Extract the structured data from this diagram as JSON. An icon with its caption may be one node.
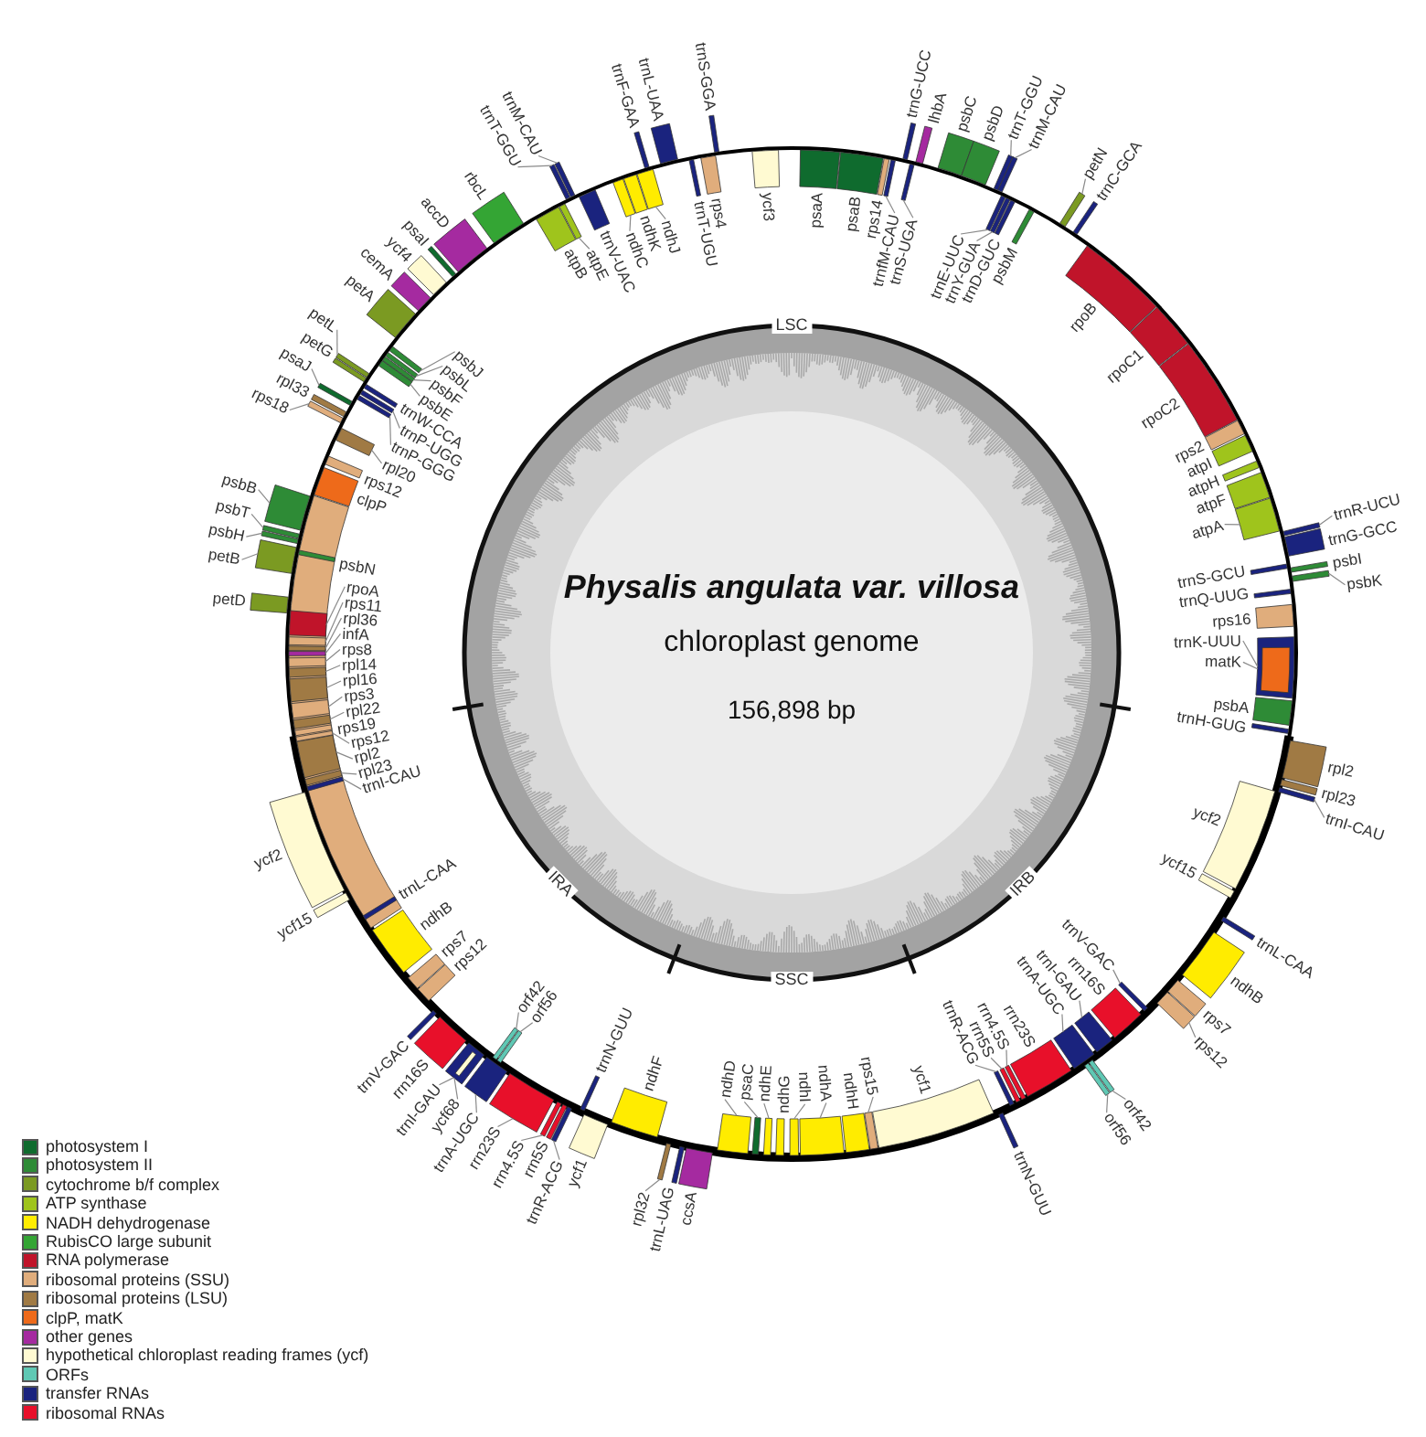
{
  "diagram": {
    "title": "Physalis angulata var. villosa",
    "nodes": [
      {
        "text": [],
        "shape": "bar",
        "beside": [
          "psaA"
        ]
      },
      {
        "text": [],
        "shape": "bar",
        "beside": [
          "psaB"
        ]
      },
      {
        "text": [],
        "shape": "bar",
        "beside": [
          "rps14"
        ]
      },
      {
        "text": [
          "trnfM-CAU"
        ]
      },
      {
        "text": [],
        "shape": "bar"
      },
      {
        "text": [],
        "shape": "bar",
        "beside": [
          "trnG-UCC"
        ]
      },
      {
        "text": [
          "trnS-UGA"
        ]
      },
      {
        "text": [],
        "shape": "bar"
      },
      {
        "text": [],
        "shape": "bar",
        "beside": [
          "lhbA"
        ]
      },
      {
        "text": [],
        "shape": "bar",
        "beside": [
          "psbC"
        ]
      },
      {
        "text": [],
        "shape": "bar",
        "beside": [
          "psbD"
        ]
      },
      {
        "text": [
          "trnT-GGU"
        ]
      },
      {
        "text": [],
        "shape": "bar"
      },
      {
        "text": [
          "trnM-CAU"
        ]
      },
      {
        "text": [],
        "shape": "bar"
      },
      {
        "text": [
          "trnE-UUC"
        ]
      },
      {
        "text": [],
        "shape": "bar"
      },
      {
        "text": [
          "trnY-GUA"
        ]
      },
      {
        "text": [],
        "shape": "bar"
      },
      {
        "text": [],
        "shape": "bar",
        "beside": [
          "trnD-GUC"
        ]
      },
      {
        "text": [],
        "shape": "bar",
        "beside": [
          "psbM"
        ]
      },
      {
        "text": [
          "petN"
        ]
      },
      {
        "text": [],
        "shape": "bar"
      },
      {
        "text": [],
        "shape": "bar",
        "beside": [
          "trnC-GCA"
        ]
      },
      {
        "text": [],
        "shape": "bar",
        "beside": [
          "rpoB"
        ]
      },
      {
        "text": [],
        "shape": "bar",
        "beside": [
          "rpoC1"
        ]
      },
      {
        "text": [],
        "shape": "bar",
        "beside": [
          "rpoC2"
        ]
      },
      {
        "text": [],
        "shape": "bar",
        "beside": [
          "rps2"
        ]
      },
      {
        "text": [],
        "shape": "bar",
        "beside": [
          "atpI"
        ]
      },
      {
        "text": [],
        "shape": "bar",
        "beside": [
          "atpH"
        ]
      },
      {
        "text": [],
        "shape": "bar",
        "beside": [
          "atpF"
        ]
      },
      {
        "text": [
          "atpA"
        ]
      },
      {
        "text": [],
        "shape": "bar"
      },
      {
        "text": [
          "trnR-UCU"
        ]
      },
      {
        "text": [],
        "shape": "bar"
      },
      {
        "text": [],
        "shape": "bar",
        "beside": [
          "trnG-GCC"
        ]
      },
      {
        "text": [],
        "shape": "bar",
        "beside": [
          "trnS-GCU"
        ]
      },
      {
        "text": [],
        "shape": "bar",
        "beside": [
          "psbI"
        ]
      },
      {
        "text": [
          "psbK"
        ]
      },
      {
        "text": [],
        "shape": "bar"
      },
      {
        "text": [],
        "shape": "bar",
        "beside": [
          "trnQ-UUG"
        ]
      },
      {
        "text": [],
        "shape": "bar",
        "beside": [
          "rps16"
        ]
      },
      {
        "text": [
          "trnK-UUU"
        ]
      },
      {
        "text": [],
        "shape": "bar"
      },
      {
        "text": [
          "matK"
        ]
      },
      {
        "text": [],
        "shape": "bar",
        "in": 43
      },
      {
        "text": [],
        "shape": "bar",
        "beside": [
          "psbA"
        ]
      },
      {
        "text": [],
        "shape": "bar",
        "beside": [
          "trnH-GUG"
        ]
      },
      {
        "text": [],
        "shape": "bar",
        "beside": [
          "rpl2"
        ]
      },
      {
        "text": [],
        "shape": "bar",
        "beside": [
          "rpl23"
        ]
      },
      {
        "text": [
          "trnI-CAU"
        ]
      },
      {
        "text": [],
        "shape": "bar"
      },
      {
        "text": [],
        "shape": "bar",
        "beside": [
          "ycf2"
        ]
      },
      {
        "text": [],
        "shape": "bar",
        "beside": [
          "ycf15"
        ]
      },
      {
        "text": [],
        "shape": "bar",
        "beside": [
          "trnL-CAA"
        ]
      },
      {
        "text": [],
        "shape": "bar",
        "beside": [
          "ndhB"
        ]
      },
      {
        "text": [],
        "shape": "bar",
        "beside": [
          "rps7"
        ]
      },
      {
        "text": [
          "rps12"
        ]
      },
      {
        "text": [],
        "shape": "bar"
      },
      {
        "text": [
          "trnV-GAC"
        ]
      },
      {
        "text": [],
        "shape": "bar"
      },
      {
        "text": [],
        "shape": "bar",
        "beside": [
          "rrn16S"
        ]
      },
      {
        "text": [
          "trnI-GAU"
        ]
      },
      {
        "text": [],
        "shape": "bar"
      },
      {
        "text": [
          "orf42"
        ]
      },
      {
        "text": [],
        "shape": "bar"
      },
      {
        "text": [
          "trnA-UGC"
        ]
      },
      {
        "text": [],
        "shape": "bar"
      },
      {
        "text": [
          "orf56"
        ]
      },
      {
        "text": [],
        "shape": "bar"
      },
      {
        "text": [],
        "shape": "bar",
        "beside": [
          "rrn23S"
        ]
      },
      {
        "text": [
          "rrn4.5S"
        ]
      },
      {
        "text": [],
        "shape": "bar"
      },
      {
        "text": [
          "rrn5S"
        ]
      },
      {
        "text": [],
        "shape": "bar"
      },
      {
        "text": [
          "trnR-ACG"
        ]
      },
      {
        "text": [],
        "shape": "bar"
      },
      {
        "text": [],
        "shape": "bar",
        "beside": [
          "trnN-GUU"
        ]
      },
      {
        "text": [],
        "shape": "bar",
        "beside": [
          "ycf1"
        ]
      },
      {
        "text": [
          "rps15"
        ]
      },
      {
        "text": [],
        "shape": "bar"
      },
      {
        "text": [],
        "shape": "bar",
        "beside": [
          "ndhH"
        ]
      },
      {
        "text": [
          "ndhA"
        ]
      },
      {
        "text": [],
        "shape": "bar"
      },
      {
        "text": [
          "ndhI"
        ]
      },
      {
        "text": [],
        "shape": "bar"
      },
      {
        "text": [],
        "shape": "bar",
        "beside": [
          "ndhG"
        ]
      },
      {
        "text": [
          "ndhE"
        ]
      },
      {
        "text": [],
        "shape": "bar"
      },
      {
        "text": [
          "psaC"
        ]
      },
      {
        "text": [],
        "shape": "bar"
      },
      {
        "text": [
          "ndhD"
        ]
      },
      {
        "text": [],
        "shape": "bar"
      },
      {
        "text": [],
        "shape": "bar",
        "beside": [
          "ccsA"
        ]
      },
      {
        "text": [],
        "shape": "bar",
        "beside": [
          "trnL-UAG"
        ]
      },
      {
        "text": [
          "rpl32"
        ]
      },
      {
        "text": [],
        "shape": "bar"
      },
      {
        "text": [],
        "shape": "bar",
        "beside": [
          "ndhF"
        ]
      },
      {
        "text": [],
        "shape": "bar",
        "beside": [
          "ycf1"
        ]
      },
      {
        "text": [],
        "shape": "bar",
        "beside": [
          "trnN-GUU"
        ]
      },
      {
        "text": [
          "trnR-ACG"
        ]
      },
      {
        "text": [],
        "shape": "bar"
      },
      {
        "text": [],
        "shape": "bar",
        "beside": [
          "rrn5S"
        ]
      },
      {
        "text": [
          "rrn4.5S"
        ]
      },
      {
        "text": [],
        "shape": "bar"
      },
      {
        "text": [
          "rrn23S"
        ]
      },
      {
        "text": [],
        "shape": "bar"
      },
      {
        "text": [
          "trnA-UGC"
        ]
      },
      {
        "text": [],
        "shape": "bar"
      },
      {
        "text": [
          "orf56"
        ]
      },
      {
        "text": [],
        "shape": "bar"
      },
      {
        "text": [
          "orf42"
        ]
      },
      {
        "text": [],
        "shape": "bar"
      },
      {
        "text": [
          "trnI-GAU"
        ]
      },
      {
        "text": [],
        "shape": "bar"
      },
      {
        "text": [
          "ycf68"
        ]
      },
      {
        "text": [],
        "shape": "bar",
        "in": 114
      },
      {
        "text": [],
        "shape": "bar",
        "beside": [
          "rrn16S"
        ]
      },
      {
        "text": [],
        "shape": "bar",
        "beside": [
          "trnV-GAC"
        ]
      },
      {
        "text": [],
        "shape": "bar",
        "beside": [
          "rps12"
        ]
      },
      {
        "text": [],
        "shape": "bar",
        "beside": [
          "rps7"
        ]
      },
      {
        "text": [],
        "shape": "bar",
        "beside": [
          "ndhB"
        ]
      },
      {
        "text": [],
        "shape": "bar",
        "beside": [
          "trnL-CAA"
        ]
      },
      {
        "text": [],
        "shape": "bar",
        "beside": [
          "ycf15"
        ]
      },
      {
        "text": [],
        "shape": "bar",
        "beside": [
          "ycf2"
        ]
      },
      {
        "text": [
          "trnI-CAU"
        ]
      },
      {
        "text": [],
        "shape": "bar"
      },
      {
        "text": [
          "rpl23"
        ]
      },
      {
        "text": [],
        "shape": "bar"
      },
      {
        "text": [
          "rpl2"
        ]
      },
      {
        "text": [],
        "shape": "bar"
      },
      {
        "text": [
          "rps12"
        ]
      },
      {
        "text": [],
        "shape": "bar"
      },
      {
        "text": [],
        "shape": "bar",
        "beside": [
          "rps19"
        ]
      },
      {
        "text": [
          "rpl22"
        ]
      },
      {
        "text": [],
        "shape": "bar"
      },
      {
        "text": [
          "rps3"
        ]
      },
      {
        "text": [],
        "shape": "bar"
      },
      {
        "text": [
          "rpl16"
        ]
      },
      {
        "text": [],
        "shape": "bar"
      },
      {
        "text": [
          "rpl14"
        ]
      },
      {
        "text": [],
        "shape": "bar"
      },
      {
        "text": [
          "rps8"
        ]
      },
      {
        "text": [],
        "shape": "bar"
      },
      {
        "text": [
          "infA"
        ]
      },
      {
        "text": [],
        "shape": "bar"
      },
      {
        "text": [
          "rpl36"
        ]
      },
      {
        "text": [],
        "shape": "bar"
      },
      {
        "text": [
          "rps11"
        ]
      },
      {
        "text": [],
        "shape": "bar"
      },
      {
        "text": [
          "rpoA"
        ]
      },
      {
        "text": [],
        "shape": "bar"
      },
      {
        "text": [],
        "shape": "bar",
        "beside": [
          "petD"
        ]
      },
      {
        "text": [
          "petB"
        ]
      },
      {
        "text": [],
        "shape": "bar"
      },
      {
        "text": [],
        "shape": "bar",
        "beside": [
          "psbN"
        ]
      },
      {
        "text": [
          "psbH"
        ]
      },
      {
        "text": [],
        "shape": "bar"
      },
      {
        "text": [
          "psbT"
        ]
      },
      {
        "text": [],
        "shape": "bar"
      },
      {
        "text": [
          "psbB"
        ]
      },
      {
        "text": [],
        "shape": "bar"
      },
      {
        "text": [],
        "shape": "bar",
        "beside": [
          "clpP"
        ]
      },
      {
        "text": [],
        "shape": "bar",
        "beside": [
          "rps12"
        ]
      },
      {
        "text": [
          "rpl20"
        ]
      },
      {
        "text": [],
        "shape": "bar"
      },
      {
        "text": [
          "rps18"
        ]
      },
      {
        "text": [],
        "shape": "bar"
      },
      {
        "text": [],
        "shape": "bar",
        "beside": [
          "rpl33"
        ]
      },
      {
        "text": [
          "trnP-GGG"
        ]
      },
      {
        "text": [],
        "shape": "bar"
      },
      {
        "text": [
          "psaJ"
        ]
      },
      {
        "text": [],
        "shape": "bar"
      },
      {
        "text": [
          "trnP-UGG"
        ]
      },
      {
        "text": [],
        "shape": "bar"
      },
      {
        "text": [],
        "shape": "bar",
        "beside": [
          "trnW-CCA"
        ]
      },
      {
        "text": [],
        "shape": "bar",
        "beside": [
          "petG"
        ]
      },
      {
        "text": [
          "petL"
        ]
      },
      {
        "text": [],
        "shape": "bar"
      },
      {
        "text": [
          "psbE"
        ]
      },
      {
        "text": [],
        "shape": "bar"
      },
      {
        "text": [
          "psbF"
        ]
      },
      {
        "text": [],
        "shape": "bar"
      },
      {
        "text": [
          "psbL"
        ]
      },
      {
        "text": [],
        "shape": "bar"
      },
      {
        "text": [
          "psbJ"
        ]
      },
      {
        "text": [],
        "shape": "bar"
      },
      {
        "text": [],
        "shape": "bar",
        "beside": [
          "petA"
        ]
      },
      {
        "text": [],
        "shape": "bar",
        "beside": [
          "cemA"
        ]
      },
      {
        "text": [],
        "shape": "bar",
        "beside": [
          "ycf4"
        ]
      },
      {
        "text": [],
        "shape": "bar",
        "beside": [
          "psaI"
        ]
      },
      {
        "text": [],
        "shape": "bar",
        "beside": [
          "accD"
        ]
      },
      {
        "text": [],
        "shape": "bar",
        "beside": [
          "rbcL"
        ]
      },
      {
        "text": [],
        "shape": "bar",
        "beside": [
          "atpB"
        ]
      },
      {
        "text": [
          "trnT-GGU"
        ]
      },
      {
        "text": [],
        "shape": "bar"
      },
      {
        "text": [
          "atpE"
        ]
      },
      {
        "text": [],
        "shape": "bar"
      },
      {
        "text": [
          "trnM-CAU"
        ]
      },
      {
        "text": [],
        "shape": "bar"
      },
      {
        "text": [],
        "shape": "bar",
        "beside": [
          "trnV-UAC"
        ]
      },
      {
        "text": [
          "ndhC"
        ]
      },
      {
        "text": [],
        "shape": "bar"
      },
      {
        "text": [],
        "shape": "bar",
        "beside": [
          "ndhK"
        ]
      },
      {
        "text": [],
        "shape": "bar",
        "beside": [
          "trnF-GAA"
        ]
      },
      {
        "text": [
          "ndhJ"
        ]
      },
      {
        "text": [],
        "shape": "bar"
      },
      {
        "text": [],
        "shape": "bar",
        "beside": [
          "trnL-UAA"
        ]
      },
      {
        "text": [],
        "shape": "bar",
        "beside": [
          "trnT-UGU"
        ]
      },
      {
        "text": [],
        "shape": "bar",
        "beside": [
          "rps4"
        ]
      },
      {
        "text": [],
        "shape": "bar",
        "beside": [
          "trnS-GGA"
        ]
      },
      {
        "text": [],
        "shape": "bar",
        "beside": [
          "ycf3"
        ]
      }
    ],
    "edges": [
      {
        "from": 3,
        "to": 4,
        "arrow": "none"
      },
      {
        "from": 6,
        "to": 7,
        "arrow": "none"
      },
      {
        "from": 11,
        "to": 12,
        "arrow": "none"
      },
      {
        "from": 13,
        "to": 14,
        "arrow": "none"
      },
      {
        "from": 15,
        "to": 16,
        "arrow": "none"
      },
      {
        "from": 17,
        "to": 18,
        "arrow": "none"
      },
      {
        "from": 21,
        "to": 22,
        "arrow": "none"
      },
      {
        "from": 31,
        "to": 32,
        "arrow": "none"
      },
      {
        "from": 33,
        "to": 34,
        "arrow": "none"
      },
      {
        "from": 38,
        "to": 39,
        "arrow": "none"
      },
      {
        "from": 42,
        "to": 43,
        "arrow": "none"
      },
      {
        "from": 44,
        "to": 45,
        "arrow": "none"
      },
      {
        "from": 50,
        "to": 51,
        "arrow": "none"
      },
      {
        "from": 57,
        "to": 58,
        "arrow": "none"
      },
      {
        "from": 59,
        "to": 60,
        "arrow": "none"
      },
      {
        "from": 62,
        "to": 63,
        "arrow": "none"
      },
      {
        "from": 64,
        "to": 65,
        "arrow": "none"
      },
      {
        "from": 66,
        "to": 67,
        "arrow": "none"
      },
      {
        "from": 68,
        "to": 69,
        "arrow": "none"
      },
      {
        "from": 71,
        "to": 72,
        "arrow": "none"
      },
      {
        "from": 73,
        "to": 74,
        "arrow": "none"
      },
      {
        "from": 75,
        "to": 76,
        "arrow": "none"
      },
      {
        "from": 79,
        "to": 80,
        "arrow": "none"
      },
      {
        "from": 82,
        "to": 83,
        "arrow": "none"
      },
      {
        "from": 84,
        "to": 85,
        "arrow": "none"
      },
      {
        "from": 87,
        "to": 88,
        "arrow": "none"
      },
      {
        "from": 89,
        "to": 90,
        "arrow": "none"
      },
      {
        "from": 91,
        "to": 92,
        "arrow": "none"
      },
      {
        "from": 95,
        "to": 96,
        "arrow": "none"
      },
      {
        "from": 100,
        "to": 101,
        "arrow": "none"
      },
      {
        "from": 103,
        "to": 104,
        "arrow": "none"
      },
      {
        "from": 105,
        "to": 106,
        "arrow": "none"
      },
      {
        "from": 107,
        "to": 108,
        "arrow": "none"
      },
      {
        "from": 109,
        "to": 110,
        "arrow": "none"
      },
      {
        "from": 111,
        "to": 112,
        "arrow": "none"
      },
      {
        "from": 113,
        "to": 114,
        "arrow": "none"
      },
      {
        "from": 115,
        "to": 116,
        "arrow": "none"
      },
      {
        "from": 125,
        "to": 126,
        "arrow": "none"
      },
      {
        "from": 127,
        "to": 128,
        "arrow": "none"
      },
      {
        "from": 129,
        "to": 130,
        "arrow": "none"
      },
      {
        "from": 131,
        "to": 132,
        "arrow": "none"
      },
      {
        "from": 134,
        "to": 135,
        "arrow": "none"
      },
      {
        "from": 136,
        "to": 137,
        "arrow": "none"
      },
      {
        "from": 138,
        "to": 139,
        "arrow": "none"
      },
      {
        "from": 140,
        "to": 141,
        "arrow": "none"
      },
      {
        "from": 142,
        "to": 143,
        "arrow": "none"
      },
      {
        "from": 144,
        "to": 145,
        "arrow": "none"
      },
      {
        "from": 146,
        "to": 147,
        "arrow": "none"
      },
      {
        "from": 148,
        "to": 149,
        "arrow": "none"
      },
      {
        "from": 150,
        "to": 151,
        "arrow": "none"
      },
      {
        "from": 153,
        "to": 154,
        "arrow": "none"
      },
      {
        "from": 156,
        "to": 157,
        "arrow": "none"
      },
      {
        "from": 158,
        "to": 159,
        "arrow": "none"
      },
      {
        "from": 160,
        "to": 161,
        "arrow": "none"
      },
      {
        "from": 164,
        "to": 165,
        "arrow": "none"
      },
      {
        "from": 166,
        "to": 167,
        "arrow": "none"
      },
      {
        "from": 169,
        "to": 170,
        "arrow": "none"
      },
      {
        "from": 171,
        "to": 172,
        "arrow": "none"
      },
      {
        "from": 173,
        "to": 174,
        "arrow": "none"
      },
      {
        "from": 177,
        "to": 178,
        "arrow": "none"
      },
      {
        "from": 179,
        "to": 180,
        "arrow": "none"
      },
      {
        "from": 181,
        "to": 182,
        "arrow": "none"
      },
      {
        "from": 183,
        "to": 184,
        "arrow": "none"
      },
      {
        "from": 185,
        "to": 186,
        "arrow": "none"
      },
      {
        "from": 194,
        "to": 195,
        "arrow": "none"
      },
      {
        "from": 196,
        "to": 197,
        "arrow": "none"
      },
      {
        "from": 198,
        "to": 199,
        "arrow": "none"
      },
      {
        "from": 201,
        "to": 202,
        "arrow": "none"
      },
      {
        "from": 205,
        "to": 206,
        "arrow": "none"
      }
    ],
    "labels": [
      "LSC",
      "IRB",
      "SSC",
      "IRA",
      "chloroplast genome",
      "156,898 bp"
    ],
    "legend": [
      {
        "text": "photosystem I",
        "color": "#0f6b2e"
      },
      {
        "text": "photosystem II",
        "color": "#2e8b36"
      },
      {
        "text": "cytochrome b/f complex",
        "color": "#7b9a22"
      },
      {
        "text": "ATP synthase",
        "color": "#9fc41c"
      },
      {
        "text": "NADH dehydrogenase",
        "color": "#ffec00"
      },
      {
        "text": "RubisCO large subunit",
        "color": "#34a534"
      },
      {
        "text": "RNA polymerase",
        "color": "#c0142a"
      },
      {
        "text": "ribosomal proteins (SSU)",
        "color": "#e0ad7c"
      },
      {
        "text": "ribosomal proteins (LSU)",
        "color": "#a07a44"
      },
      {
        "text": "clpP, matK",
        "color": "#ee6a1a"
      },
      {
        "text": "other genes",
        "color": "#a52aa0"
      },
      {
        "text": "hypothetical chloroplast reading frames (ycf)",
        "color": "#fffad2"
      },
      {
        "text": "ORFs",
        "color": "#5fc8b4"
      },
      {
        "text": "transfer RNAs",
        "color": "#1a237e"
      },
      {
        "text": "ribosomal RNAs",
        "color": "#e8102a"
      }
    ]
  }
}
